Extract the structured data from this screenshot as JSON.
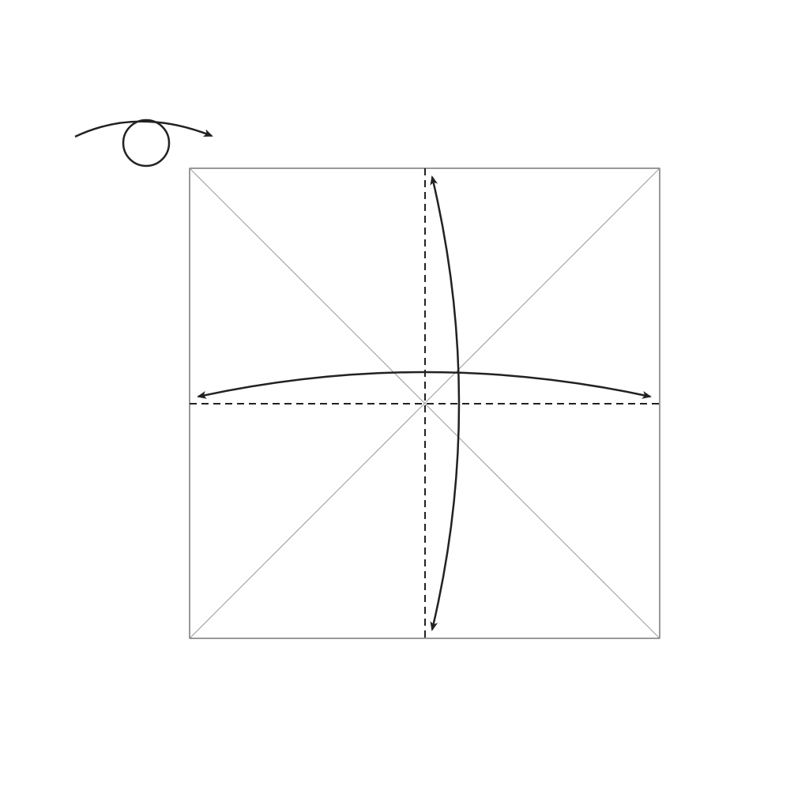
{
  "diagram": {
    "kind": "origami-fold-diagram",
    "symbols": {
      "turn_over": "turn-over-icon",
      "valley_fold": "dashed-line",
      "fold_unfold": "double-headed-arrow"
    },
    "paper": {
      "shape": "square",
      "existing_creases": [
        "diagonal",
        "diagonal"
      ],
      "fill_color": "#ffffff"
    },
    "folds": [
      {
        "name": "horizontal-valley-fold",
        "type": "valley",
        "action": "fold-and-unfold"
      },
      {
        "name": "vertical-valley-fold",
        "type": "valley",
        "action": "fold-and-unfold"
      }
    ],
    "colors": {
      "paper_outline": "#555555",
      "crease": "#9a9a9a",
      "fold_line": "#222222",
      "arrow": "#222222"
    }
  }
}
